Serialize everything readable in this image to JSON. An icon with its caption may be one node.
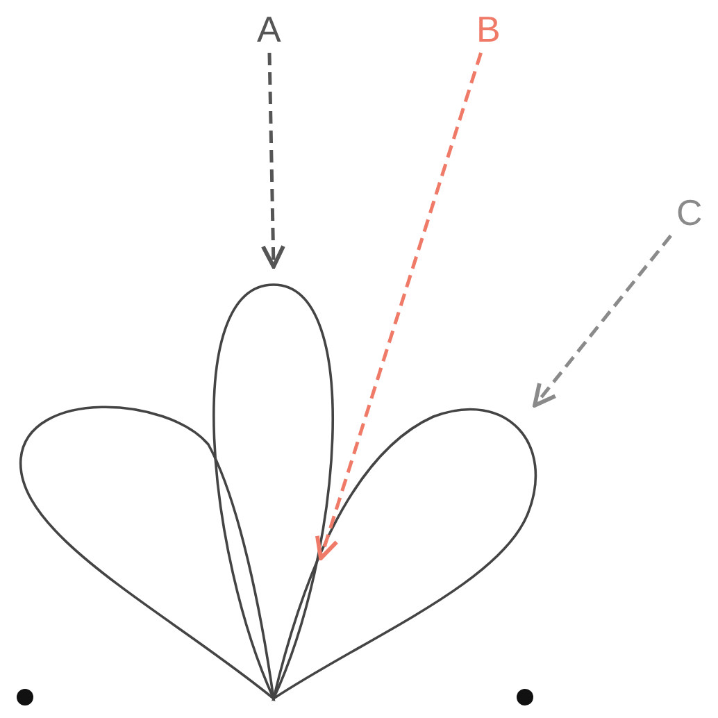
{
  "diagram": {
    "nodes": [
      {
        "text": [
          "A"
        ]
      },
      {
        "text": [
          "B"
        ]
      },
      {
        "text": [
          "C"
        ]
      },
      {
        "text": [],
        "shape": "lobe"
      },
      {
        "text": [],
        "shape": "lobe"
      },
      {
        "text": [],
        "shape": "lobe"
      }
    ],
    "edges": [
      {
        "from": 0,
        "to": 4,
        "arrow": "to",
        "style": "dashed",
        "color": "#555555"
      },
      {
        "from": 1,
        "to": 4,
        "arrow": "to",
        "style": "dashed",
        "color": "#f07a68"
      },
      {
        "from": 2,
        "to": 5,
        "arrow": "to",
        "style": "dashed",
        "color": "#8a8a8a"
      }
    ]
  }
}
